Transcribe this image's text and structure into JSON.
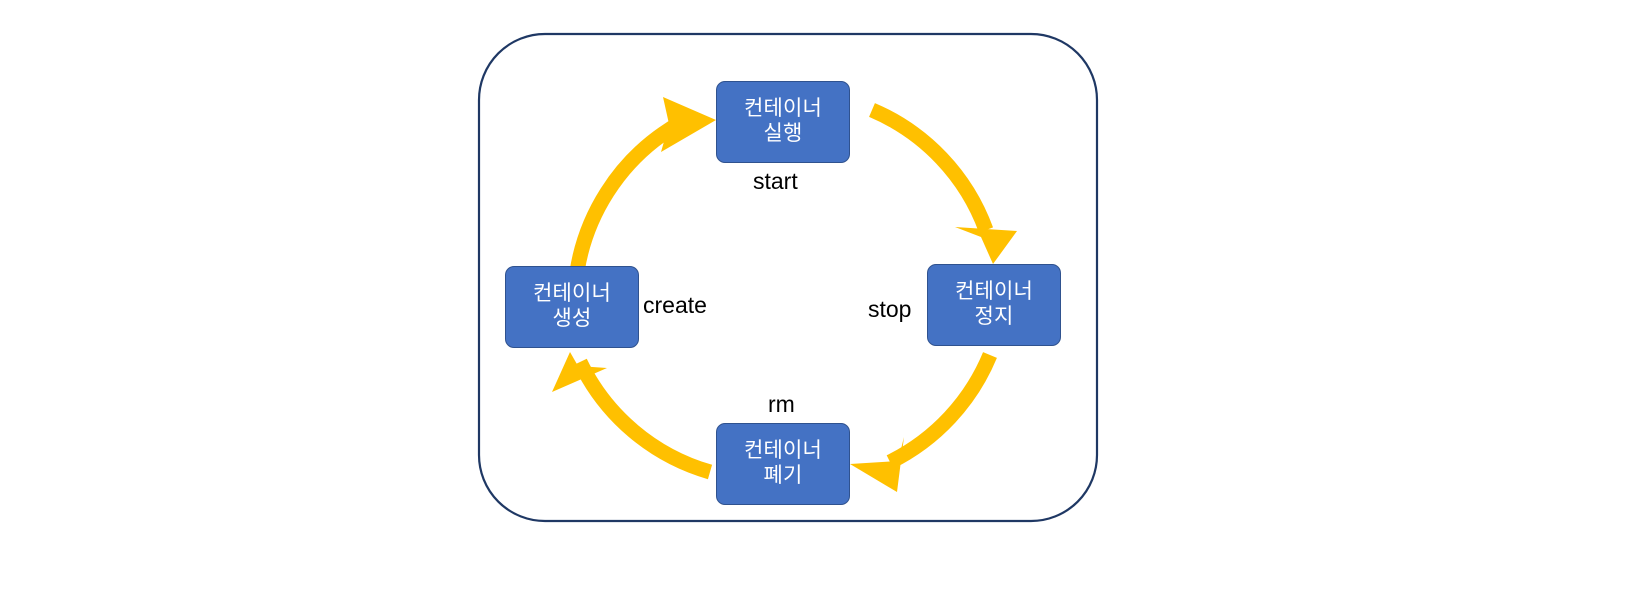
{
  "diagram": {
    "title": "Container lifecycle cycle diagram",
    "frame": {
      "name": "outer-rounded-frame",
      "border_color": "#1F3864"
    },
    "colors": {
      "node_fill": "#4472C4",
      "node_border": "#2F528F",
      "node_text": "#FFFFFF",
      "arrow": "#FFC000",
      "frame_border": "#1F3864",
      "label_text": "#000000",
      "background": "#FFFFFF"
    },
    "nodes": [
      {
        "id": "run",
        "position": "top",
        "line1": "컨테이너",
        "line2": "실행"
      },
      {
        "id": "stop",
        "position": "right",
        "line1": "컨테이너",
        "line2": "정지"
      },
      {
        "id": "rm",
        "position": "bottom",
        "line1": "컨테이너",
        "line2": "폐기"
      },
      {
        "id": "create",
        "position": "left",
        "line1": "컨테이너",
        "line2": "생성"
      }
    ],
    "edges": [
      {
        "id": "start",
        "label": "start",
        "from": "create",
        "to": "run"
      },
      {
        "id": "stop",
        "label": "stop",
        "from": "run",
        "to": "stop"
      },
      {
        "id": "rm",
        "label": "rm",
        "from": "stop",
        "to": "rm"
      },
      {
        "id": "create",
        "label": "create",
        "from": "rm",
        "to": "create"
      }
    ]
  }
}
